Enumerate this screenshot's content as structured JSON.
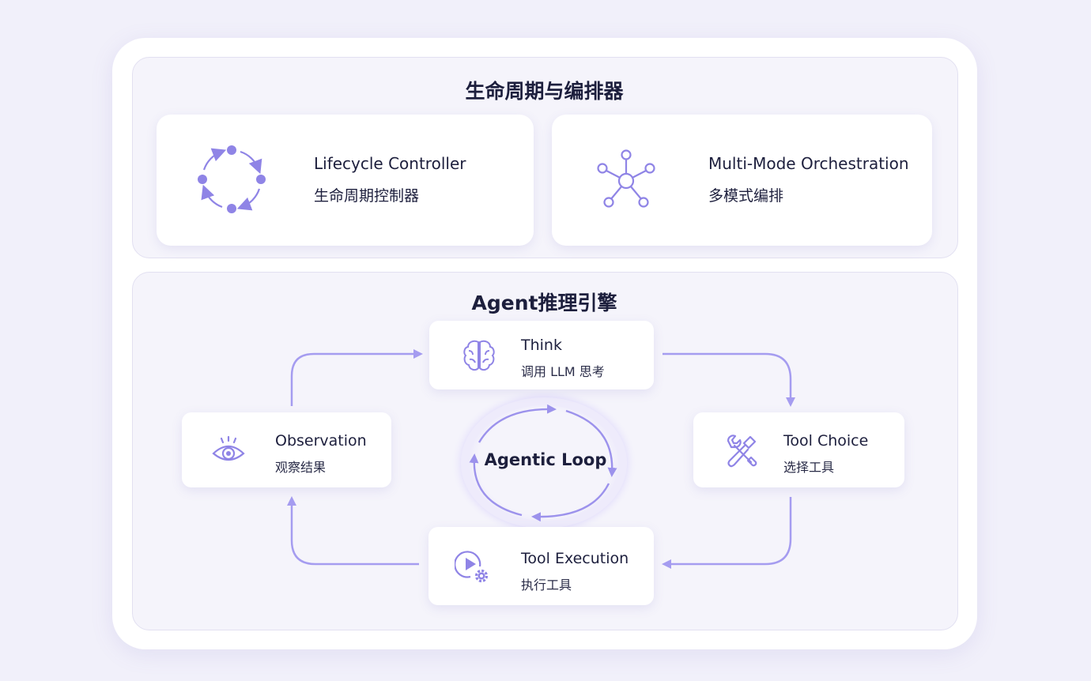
{
  "colors": {
    "accent": "#8f84e6",
    "accent_light": "#b4acf0",
    "text": "#1d1f3d",
    "panel": "#f5f4fb"
  },
  "lifecycle_section": {
    "title": "生命周期与编排器",
    "cards": [
      {
        "title_en": "Lifecycle Controller",
        "title_zh": "生命周期控制器",
        "icon": "cycle-icon"
      },
      {
        "title_en": "Multi-Mode Orchestration",
        "title_zh": "多模式编排",
        "icon": "network-hub-icon"
      }
    ]
  },
  "engine_section": {
    "title": "Agent推理引擎",
    "center_label": "Agentic Loop",
    "nodes": {
      "think": {
        "title_en": "Think",
        "title_zh": "调用 LLM 思考",
        "icon": "brain-icon"
      },
      "tool_choice": {
        "title_en": "Tool Choice",
        "title_zh": "选择工具",
        "icon": "tools-icon"
      },
      "tool_execution": {
        "title_en": "Tool Execution",
        "title_zh": "执行工具",
        "icon": "play-gear-icon"
      },
      "observation": {
        "title_en": "Observation",
        "title_zh": "观察结果",
        "icon": "eye-icon"
      }
    }
  }
}
